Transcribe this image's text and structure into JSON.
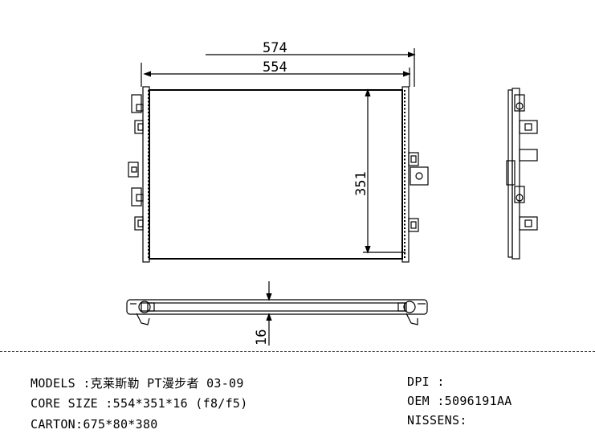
{
  "drawing": {
    "dimensions": {
      "overall_width": "574",
      "core_width": "554",
      "core_height": "351",
      "thickness": "16"
    }
  },
  "specs": {
    "models": "MODELS :克莱斯勒 PT漫步者 03-09",
    "core_size": "CORE SIZE :554*351*16 (f8/f5)",
    "carton": "CARTON:675*80*380",
    "dpi": "DPI :",
    "oem": "OEM :5096191AA",
    "nissens": "NISSENS:"
  }
}
